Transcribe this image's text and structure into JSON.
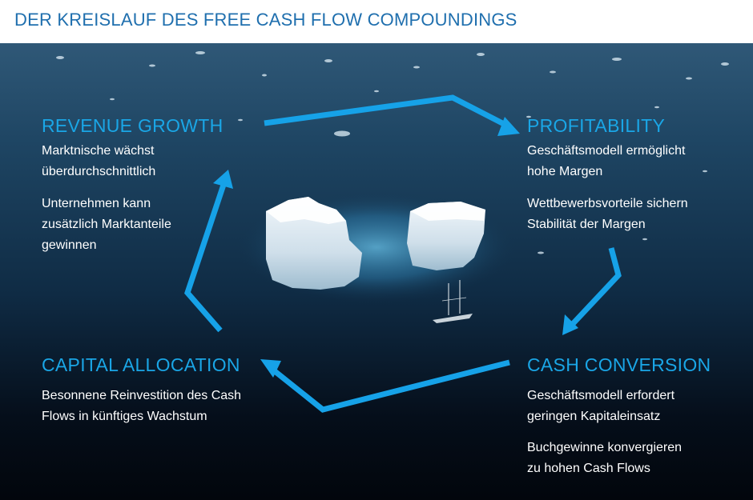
{
  "title": "DER KREISLAUF DES FREE CASH FLOW COMPOUNDINGS",
  "colors": {
    "title": "#1f6fae",
    "heading": "#1aa6e6",
    "arrow": "#16a2e8",
    "body_text": "#ffffff"
  },
  "nodes": {
    "revenue_growth": {
      "heading": "REVENUE GROWTH",
      "line1": "Marktnische wächst",
      "line2": "überdurchschnittlich",
      "line3": "Unternehmen kann",
      "line4": "zusätzlich Marktanteile",
      "line5": "gewinnen"
    },
    "profitability": {
      "heading": "PROFITABILITY",
      "line1": "Geschäftsmodell ermöglicht",
      "line2": "hohe Margen",
      "line3": "Wettbewerbsvorteile sichern",
      "line4": "Stabilität der Margen"
    },
    "cash_conversion": {
      "heading": "CASH CONVERSION",
      "line1": "Geschäftsmodell erfordert",
      "line2": "geringen Kapitaleinsatz",
      "line3": "Buchgewinne konvergieren",
      "line4": "zu hohen Cash Flows"
    },
    "capital_allocation": {
      "heading": "CAPITAL ALLOCATION",
      "line1": "Besonnene Reinvestition des Cash",
      "line2": "Flows in künftiges Wachstum"
    }
  },
  "icons": {
    "background": "iceberg-ocean-photo",
    "ship": "ship-icon",
    "arrows": "cycle-arrow-icon"
  }
}
